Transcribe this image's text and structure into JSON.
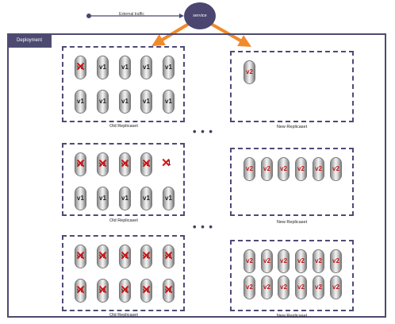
{
  "service": {
    "label": "service"
  },
  "traffic": {
    "label": "External traffic"
  },
  "deployment": {
    "label": "Deployment"
  },
  "colors": {
    "frame": "#4d4a72",
    "arrow": "#f08a2c",
    "marker": "#d41616"
  },
  "stages": [
    {
      "old": {
        "caption": "Old Replicaset",
        "top_row": [
          "v1",
          "v1",
          "v1",
          "v1",
          "v1"
        ],
        "top_removed": [
          0
        ],
        "bottom_row": [
          "v1",
          "v1",
          "v1",
          "v1",
          "v1"
        ],
        "bottom_removed": []
      },
      "new": {
        "caption": "New Replicaset",
        "rows": [
          [
            "v2"
          ]
        ]
      }
    },
    {
      "old": {
        "caption": "Old Replicaset",
        "top_row": [
          "v1",
          "v1",
          "v1",
          "v1",
          "v1"
        ],
        "top_removed": [
          0,
          1,
          2,
          3,
          4
        ],
        "bottom_row": [
          "v1",
          "v1",
          "v1",
          "v1",
          "v1"
        ],
        "bottom_removed": []
      },
      "new": {
        "caption": "New Replicaset",
        "rows": [
          [
            "v2",
            "v2",
            "v2",
            "v2",
            "v2",
            "v2"
          ]
        ]
      }
    },
    {
      "old": {
        "caption": "Old Replicaset",
        "top_row": [
          "v1",
          "v1",
          "v1",
          "v1",
          "v1"
        ],
        "top_removed": [
          0,
          1,
          2,
          3,
          4
        ],
        "bottom_row": [
          "v1",
          "v1",
          "v1",
          "v1",
          "v1"
        ],
        "bottom_removed": [
          0,
          1,
          2,
          3,
          4
        ]
      },
      "new": {
        "caption": "New Replicaset",
        "rows": [
          [
            "v2",
            "v2",
            "v2",
            "v2",
            "v2",
            "v2"
          ],
          [
            "v2",
            "v2",
            "v2",
            "v2",
            "v2",
            "v2"
          ]
        ]
      }
    }
  ],
  "separator": "• • •"
}
